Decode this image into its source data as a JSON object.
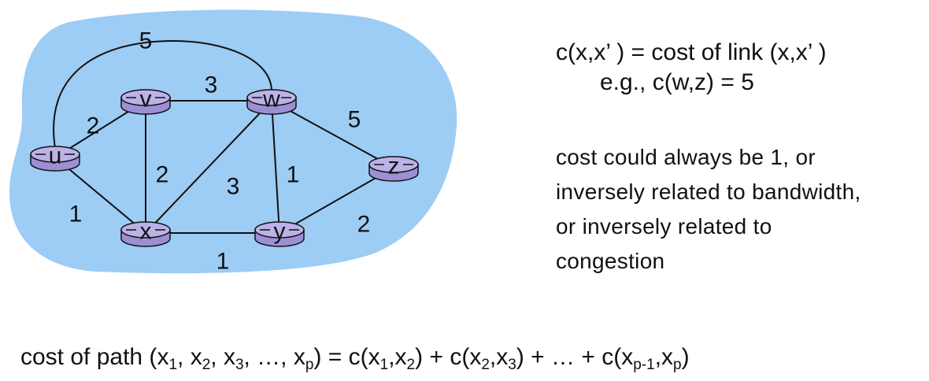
{
  "graph": {
    "nodes": [
      {
        "id": "u",
        "label": "u"
      },
      {
        "id": "v",
        "label": "v"
      },
      {
        "id": "w",
        "label": "w"
      },
      {
        "id": "x",
        "label": "x"
      },
      {
        "id": "y",
        "label": "y"
      },
      {
        "id": "z",
        "label": "z"
      }
    ],
    "edges": [
      {
        "from": "u",
        "to": "w",
        "cost": "5"
      },
      {
        "from": "v",
        "to": "w",
        "cost": "3"
      },
      {
        "from": "u",
        "to": "v",
        "cost": "2"
      },
      {
        "from": "w",
        "to": "z",
        "cost": "5"
      },
      {
        "from": "v",
        "to": "x",
        "cost": "2"
      },
      {
        "from": "x",
        "to": "w",
        "cost": "3"
      },
      {
        "from": "w",
        "to": "y",
        "cost": "1"
      },
      {
        "from": "u",
        "to": "x",
        "cost": "1"
      },
      {
        "from": "y",
        "to": "z",
        "cost": "2"
      },
      {
        "from": "x",
        "to": "y",
        "cost": "1"
      }
    ],
    "colors": {
      "cloud": "#9dccf5",
      "router_top": "#bdb2e6",
      "router_body": "#9d8fd3"
    }
  },
  "definition": {
    "line1": "c(x,x’ ) = cost of link (x,x’ )",
    "line2": "e.g., c(w,z) = 5"
  },
  "note": {
    "lines": [
      "cost could always be 1, or",
      "inversely related to bandwidth,",
      "or inversely related to",
      "congestion"
    ]
  },
  "formula": {
    "lhs_prefix": "cost of path (",
    "var": "x",
    "subs": [
      "1",
      "2",
      "3",
      "p"
    ],
    "rhs_terms": [
      [
        "1",
        "2"
      ],
      [
        "2",
        "3"
      ],
      [
        "p-1",
        "p"
      ]
    ],
    "ellipsis": "…"
  }
}
